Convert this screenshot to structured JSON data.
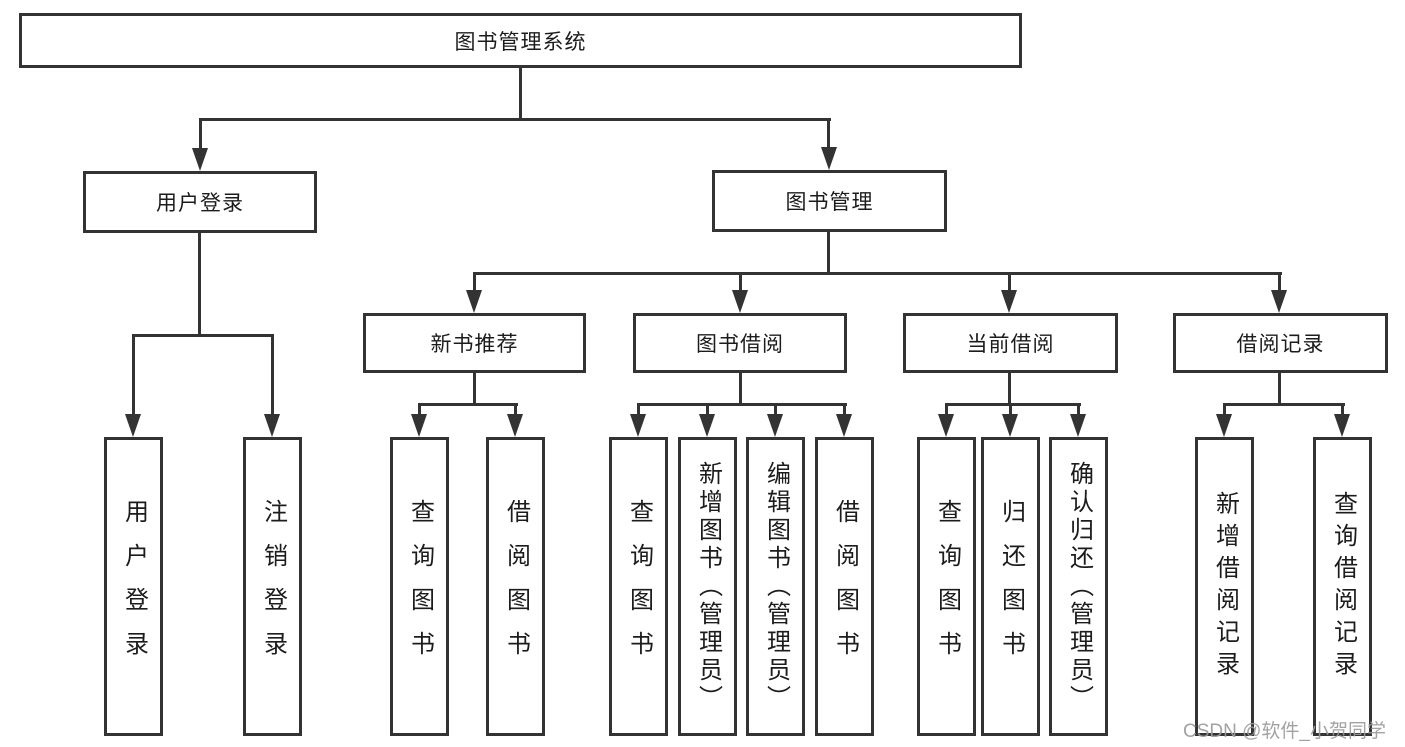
{
  "tree": {
    "root": "图书管理系统",
    "user_login": {
      "label": "用户登录",
      "children": [
        "用户登录",
        "注销登录"
      ]
    },
    "book_mgmt": {
      "label": "图书管理",
      "groups": [
        {
          "label": "新书推荐",
          "children": [
            "查询图书",
            "借阅图书"
          ]
        },
        {
          "label": "图书借阅",
          "children": [
            "查询图书",
            "新增图书（管理员）",
            "编辑图书（管理员）",
            "借阅图书"
          ]
        },
        {
          "label": "当前借阅",
          "children": [
            "查询图书",
            "归还图书",
            "确认归还（管理员）"
          ]
        },
        {
          "label": "借阅记录",
          "children": [
            "新增借阅记录",
            "查询借阅记录"
          ]
        }
      ]
    }
  },
  "watermark": "CSDN @软件_小贺同学",
  "colors": {
    "line": "#333333",
    "text": "#1c1c1c",
    "watermark": "#9b9b9b",
    "background": "#ffffff"
  }
}
